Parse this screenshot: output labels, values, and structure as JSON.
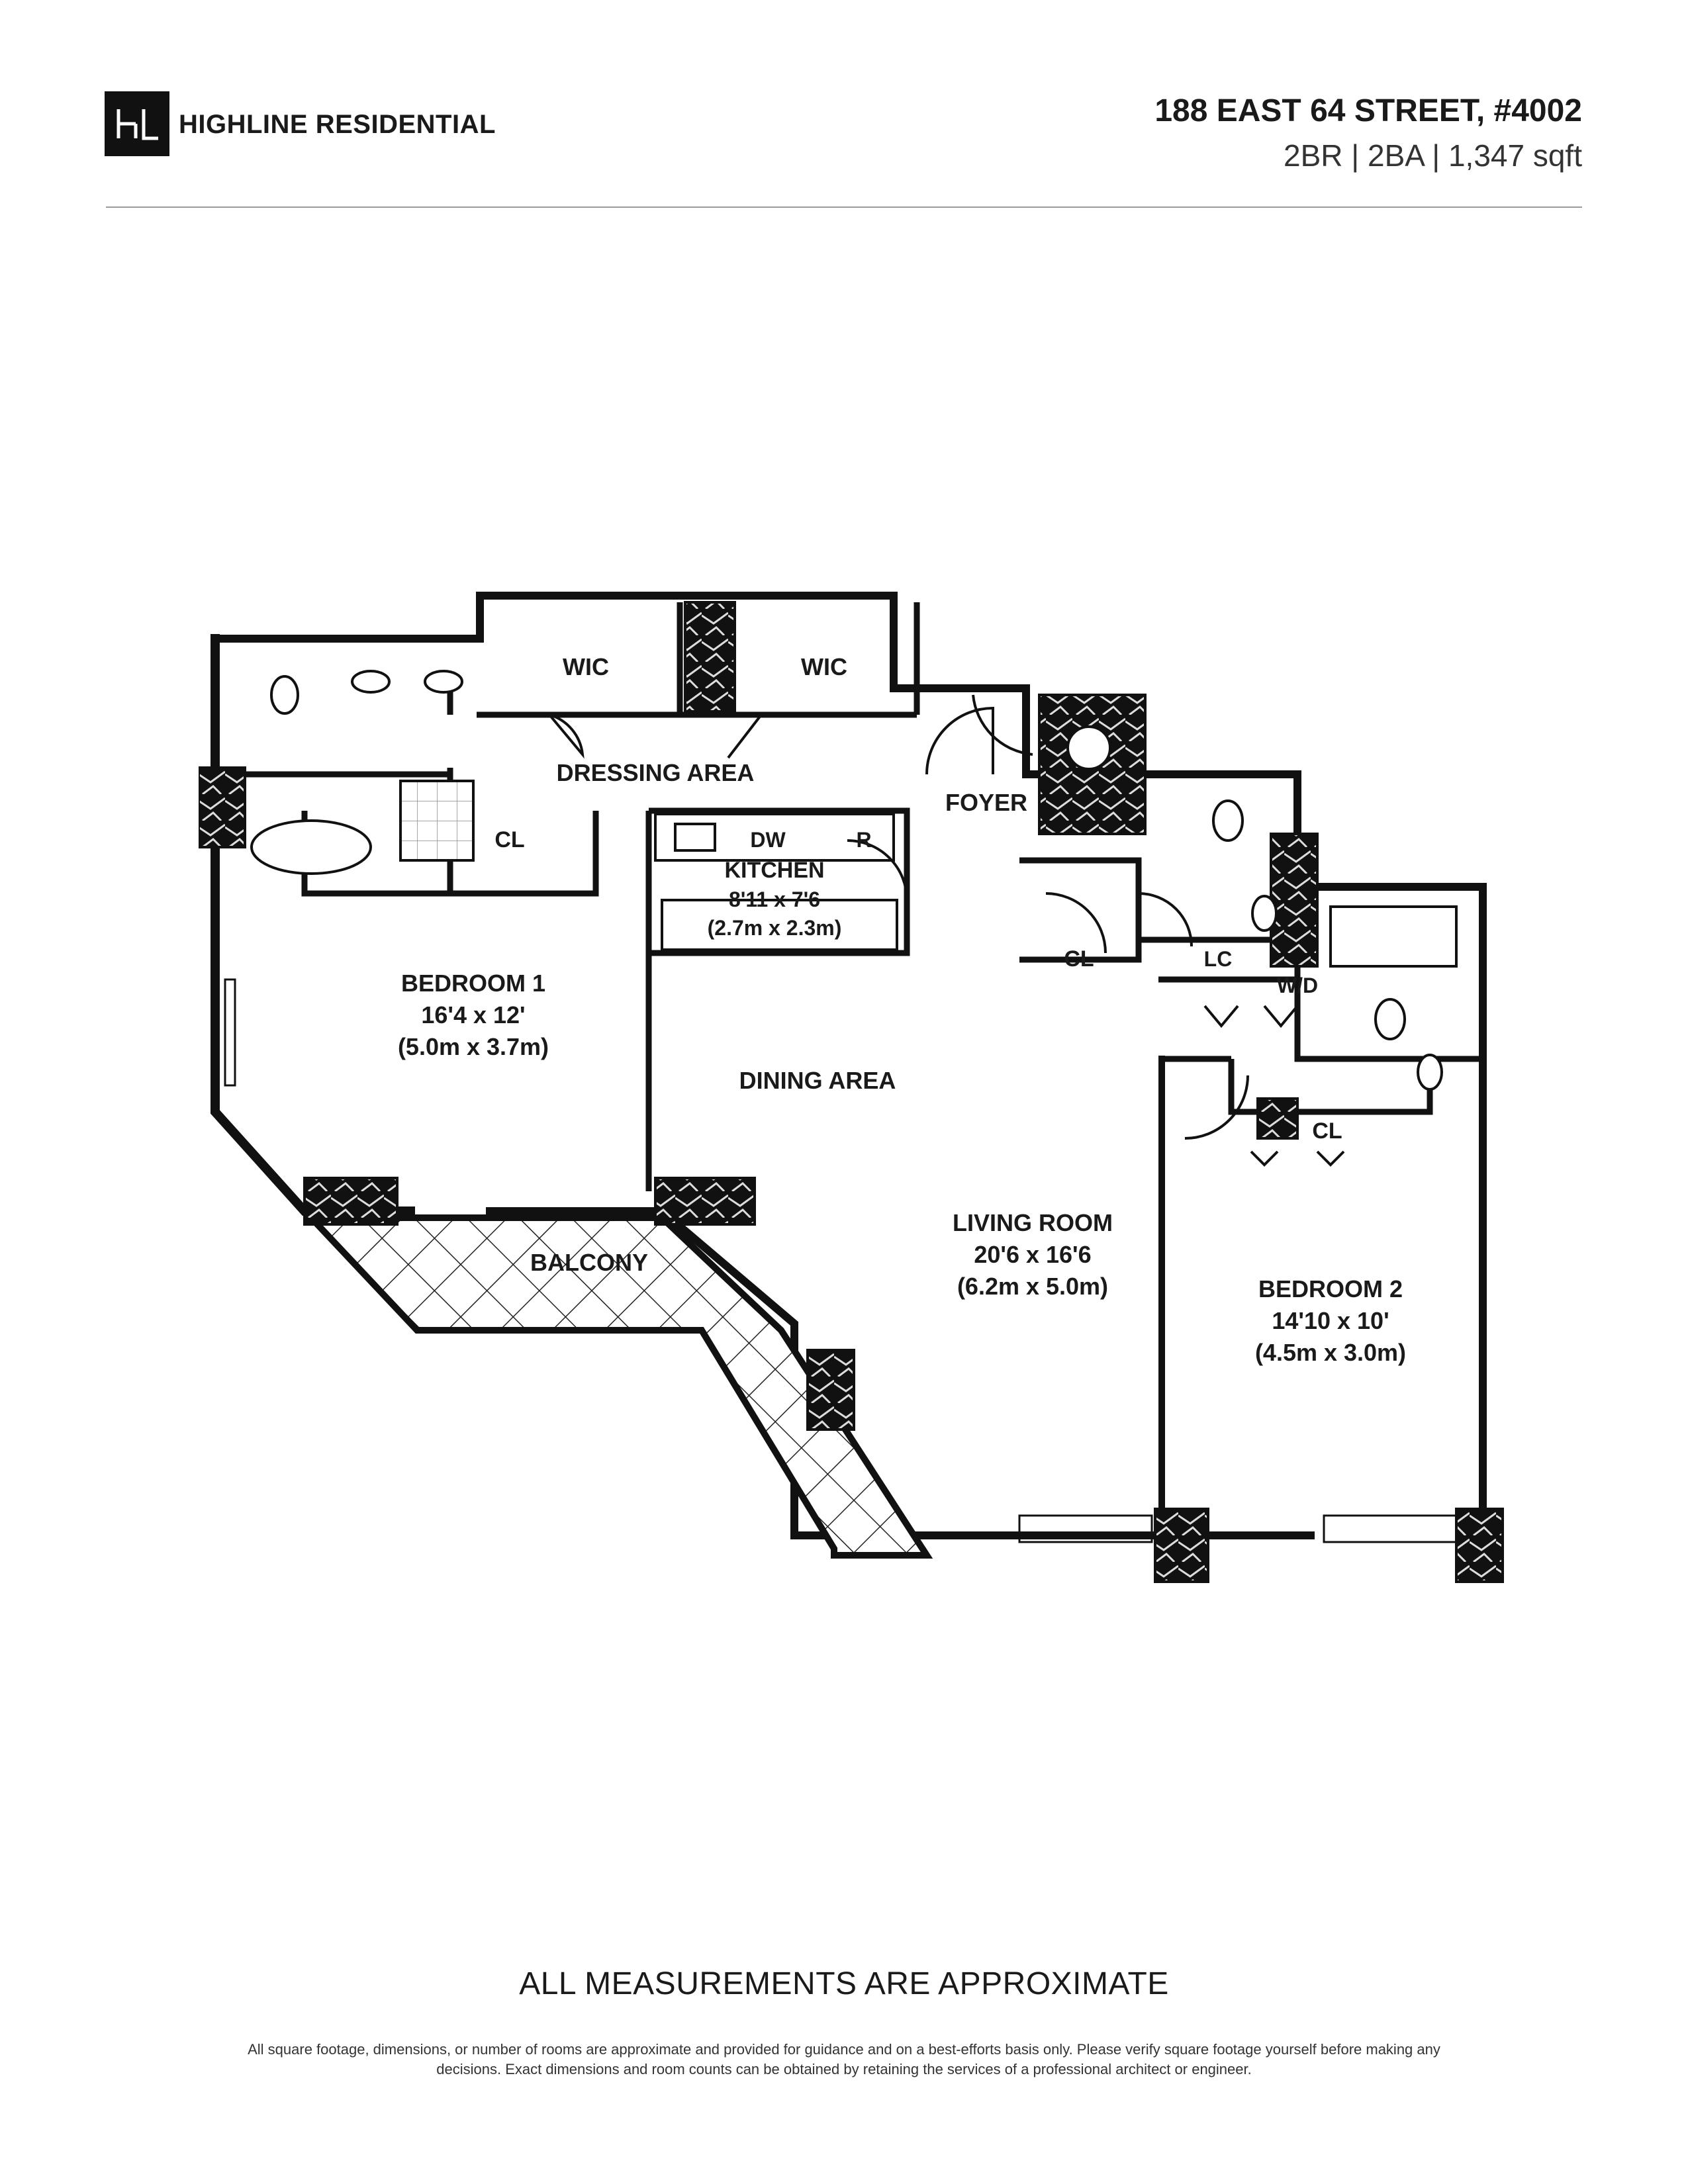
{
  "header": {
    "logo_mark": "HL",
    "brand": "HIGHLINE RESIDENTIAL",
    "address": "188 EAST 64 STREET, #4002",
    "specs": "2BR | 2BA | 1,347 sqft"
  },
  "plan": {
    "rooms": {
      "wic_1": "WIC",
      "wic_2": "WIC",
      "dressing_area": "DRESSING AREA",
      "foyer": "FOYER",
      "cl_bedroom1": "CL",
      "kitchen_dw": "DW",
      "kitchen_r": "R",
      "kitchen_name": "KITCHEN",
      "kitchen_dim_imperial": "8'11 x 7'6",
      "kitchen_dim_metric": "(2.7m x 2.3m)",
      "bedroom1_name": "BEDROOM 1",
      "bedroom1_dim_imperial": "16'4 x 12'",
      "bedroom1_dim_metric": "(5.0m x 3.7m)",
      "cl_foyer": "CL",
      "lc": "LC",
      "wd": "W/D",
      "dining_area": "DINING AREA",
      "cl_bedroom2": "CL",
      "living_name": "LIVING ROOM",
      "living_dim_imperial": "20'6 x 16'6",
      "living_dim_metric": "(6.2m x 5.0m)",
      "balcony": "BALCONY",
      "bedroom2_name": "BEDROOM 2",
      "bedroom2_dim_imperial": "14'10 x 10'",
      "bedroom2_dim_metric": "(4.5m x 3.0m)"
    }
  },
  "footer": {
    "notice": "ALL MEASUREMENTS ARE APPROXIMATE",
    "disclaimer_line1": "All square footage, dimensions, or number of rooms are approximate and provided for guidance and on a best-efforts basis only. Please verify square footage yourself before making any",
    "disclaimer_line2": "decisions. Exact dimensions and room counts can be obtained by retaining the services of a professional architect or engineer."
  }
}
